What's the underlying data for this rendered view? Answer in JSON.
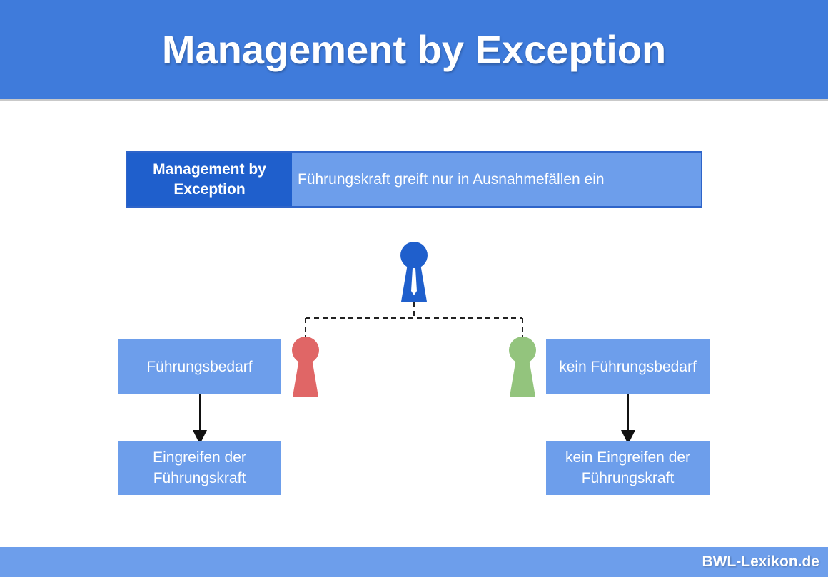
{
  "header": {
    "title": "Management by Exception"
  },
  "definition": {
    "term": "Management by Exception",
    "description": "Führungskraft greift nur in Ausnahmefällen ein"
  },
  "figures": {
    "manager": {
      "icon": "manager-person-icon",
      "color": "#1f5fcc"
    },
    "left_employee": {
      "icon": "person-icon",
      "color": "#e06666"
    },
    "right_employee": {
      "icon": "person-icon",
      "color": "#93c47d"
    }
  },
  "left_branch": {
    "condition": "Führungsbedarf",
    "result": "Eingreifen der Führungskraft"
  },
  "right_branch": {
    "condition": "kein Führungsbedarf",
    "result": "kein Eingreifen der Führungskraft"
  },
  "footer": {
    "brand": "BWL-Lexikon.de"
  },
  "colors": {
    "header_bg": "#3f7bdb",
    "box_bg": "#6d9eeb",
    "term_bg": "#1f5fcc"
  }
}
